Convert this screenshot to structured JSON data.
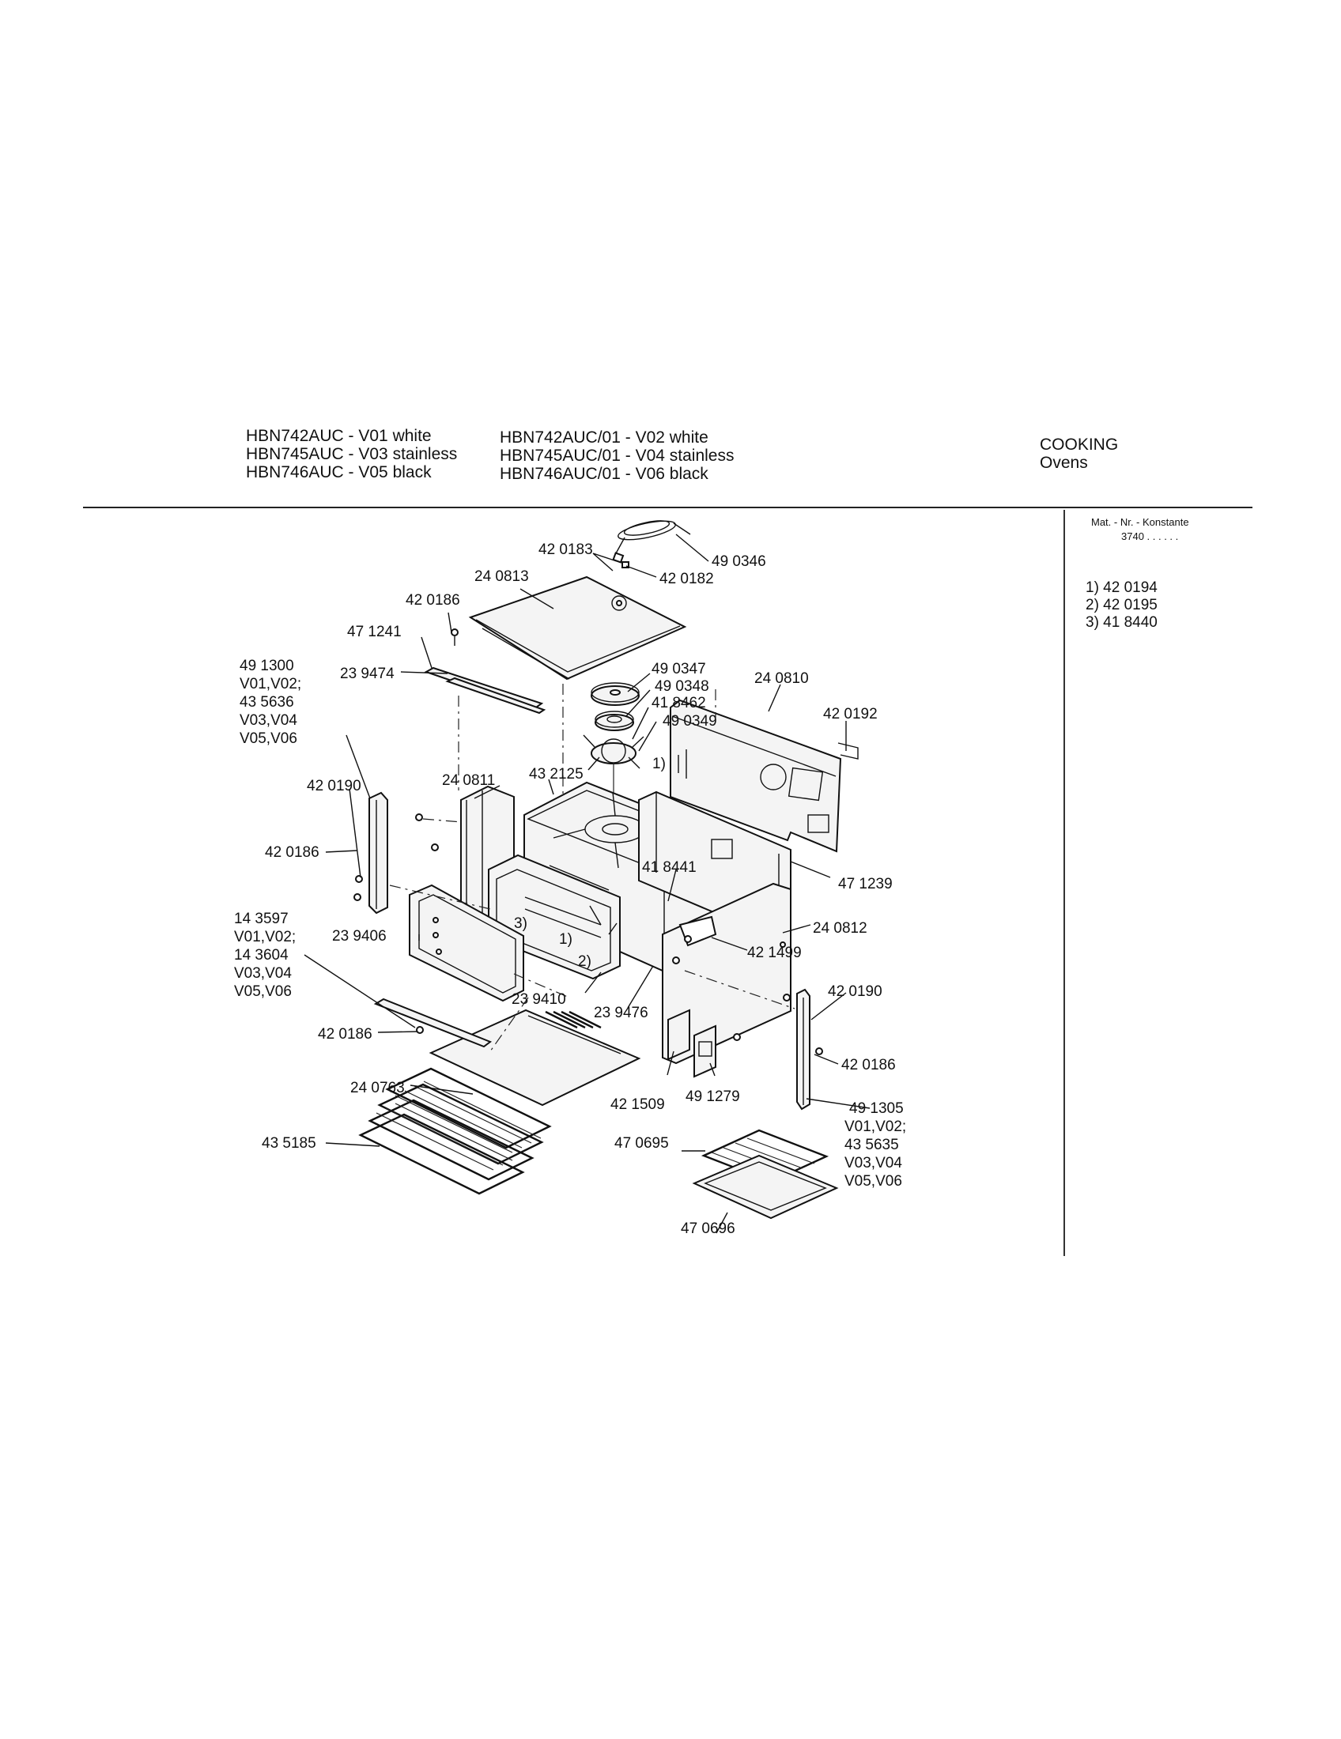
{
  "header": {
    "models_col1": [
      "HBN742AUC - V01 white",
      "HBN745AUC - V03 stainless",
      "HBN746AUC - V05 black"
    ],
    "models_col2": [
      "HBN742AUC/01 - V02 white",
      "HBN745AUC/01 - V04 stainless",
      "HBN746AUC/01 - V06 black"
    ],
    "category": "COOKING",
    "subcategory": "Ovens"
  },
  "sidebar": {
    "mat_line": "Mat. - Nr. - Konstante",
    "mat_value": "3740 . . . . . .",
    "notes": [
      "1) 42 0194",
      "2) 42 0195",
      "3) 41 8440"
    ]
  },
  "labels": {
    "l420183": "42 0183",
    "l490346": "49 0346",
    "l420182": "42 0182",
    "l240813": "24 0813",
    "l420186_top": "42 0186",
    "l471241": "47 1241",
    "l239474": "23 9474",
    "l490347": "49 0347",
    "l490348": "49 0348",
    "l418462": "41 8462",
    "l490349": "49 0349",
    "l240810": "24 0810",
    "l420192": "42 0192",
    "l240811": "24 0811",
    "l432125": "43 2125",
    "l_note1_top": "1)",
    "l420190_left": "42 0190",
    "l420186_left": "42 0186",
    "l418441": "41 8441",
    "l471239": "47 1239",
    "l240812": "24 0812",
    "l239406": "23 9406",
    "l_note3": "3)",
    "l_note1": "1)",
    "l_note2": "2)",
    "l421499": "42 1499",
    "l239410": "23 9410",
    "l239476": "23 9476",
    "l420190_right": "42 0190",
    "l420186_bottom_left": "42 0186",
    "l420186_right": "42 0186",
    "l240763": "24 0763",
    "l421509": "42 1509",
    "l491279": "49 1279",
    "l435185": "43 5185",
    "l470695": "47 0695",
    "l470696": "47 0696"
  },
  "label_blocks": {
    "left_top": [
      "49 1300",
      "V01,V02;",
      "43 5636",
      "V03,V04",
      "V05,V06"
    ],
    "left_mid": [
      "14 3597",
      "V01,V02;",
      "14 3604",
      "V03,V04",
      "V05,V06"
    ],
    "right_bottom": [
      "49 1305",
      "V01,V02;",
      "43 5635",
      "V03,V04",
      "V05,V06"
    ]
  }
}
